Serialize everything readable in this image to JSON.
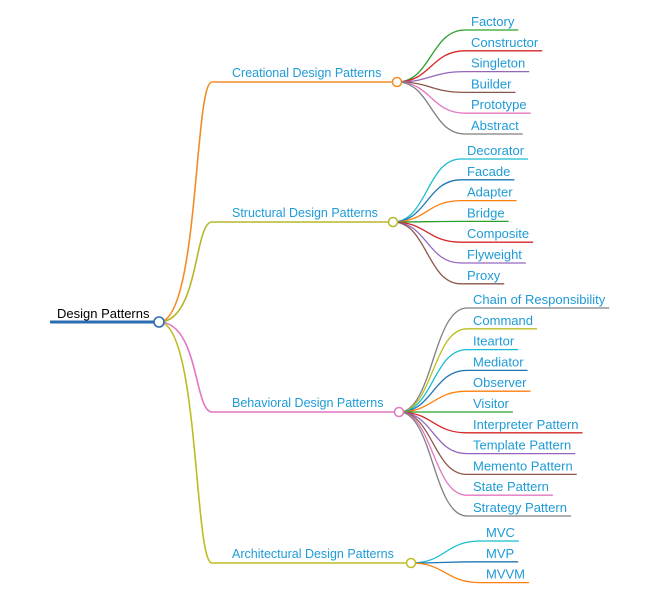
{
  "root": {
    "label": "Design Patterns",
    "color": "#2b6cb0"
  },
  "branches": [
    {
      "label": "Creational Design Patterns",
      "color": "#f28c28",
      "leaves": [
        {
          "label": "Factory",
          "color": "#2ca02c"
        },
        {
          "label": "Constructor",
          "color": "#d62728"
        },
        {
          "label": "Singleton",
          "color": "#9467bd"
        },
        {
          "label": "Builder",
          "color": "#8c564b"
        },
        {
          "label": "Prototype",
          "color": "#e377c2"
        },
        {
          "label": "Abstract",
          "color": "#7f7f7f"
        }
      ]
    },
    {
      "label": "Structural Design Patterns",
      "color": "#b5b82a",
      "leaves": [
        {
          "label": "Decorator",
          "color": "#17becf"
        },
        {
          "label": "Facade",
          "color": "#1f77b4"
        },
        {
          "label": "Adapter",
          "color": "#ff7f0e"
        },
        {
          "label": "Bridge",
          "color": "#2ca02c"
        },
        {
          "label": "Composite",
          "color": "#d62728"
        },
        {
          "label": "Flyweight",
          "color": "#9467bd"
        },
        {
          "label": "Proxy",
          "color": "#8c564b"
        }
      ]
    },
    {
      "label": "Behavioral Design Patterns",
      "color": "#e377c2",
      "leaves": [
        {
          "label": "Chain of Responsibility",
          "color": "#7f7f7f"
        },
        {
          "label": "Command",
          "color": "#bcbd22"
        },
        {
          "label": "Iteartor",
          "color": "#17becf"
        },
        {
          "label": "Mediator",
          "color": "#1f77b4"
        },
        {
          "label": "Observer",
          "color": "#ff7f0e"
        },
        {
          "label": "Visitor",
          "color": "#2ca02c"
        },
        {
          "label": "Interpreter Pattern",
          "color": "#d62728"
        },
        {
          "label": "Template Pattern",
          "color": "#9467bd"
        },
        {
          "label": "Memento Pattern",
          "color": "#8c564b"
        },
        {
          "label": "State Pattern",
          "color": "#e377c2"
        },
        {
          "label": "Strategy Pattern",
          "color": "#7f7f7f"
        }
      ]
    },
    {
      "label": "Architectural Design Patterns",
      "color": "#bcbd22",
      "leaves": [
        {
          "label": "MVC",
          "color": "#17becf"
        },
        {
          "label": "MVP",
          "color": "#1f77b4"
        },
        {
          "label": "MVVM",
          "color": "#ff7f0e"
        }
      ]
    }
  ]
}
